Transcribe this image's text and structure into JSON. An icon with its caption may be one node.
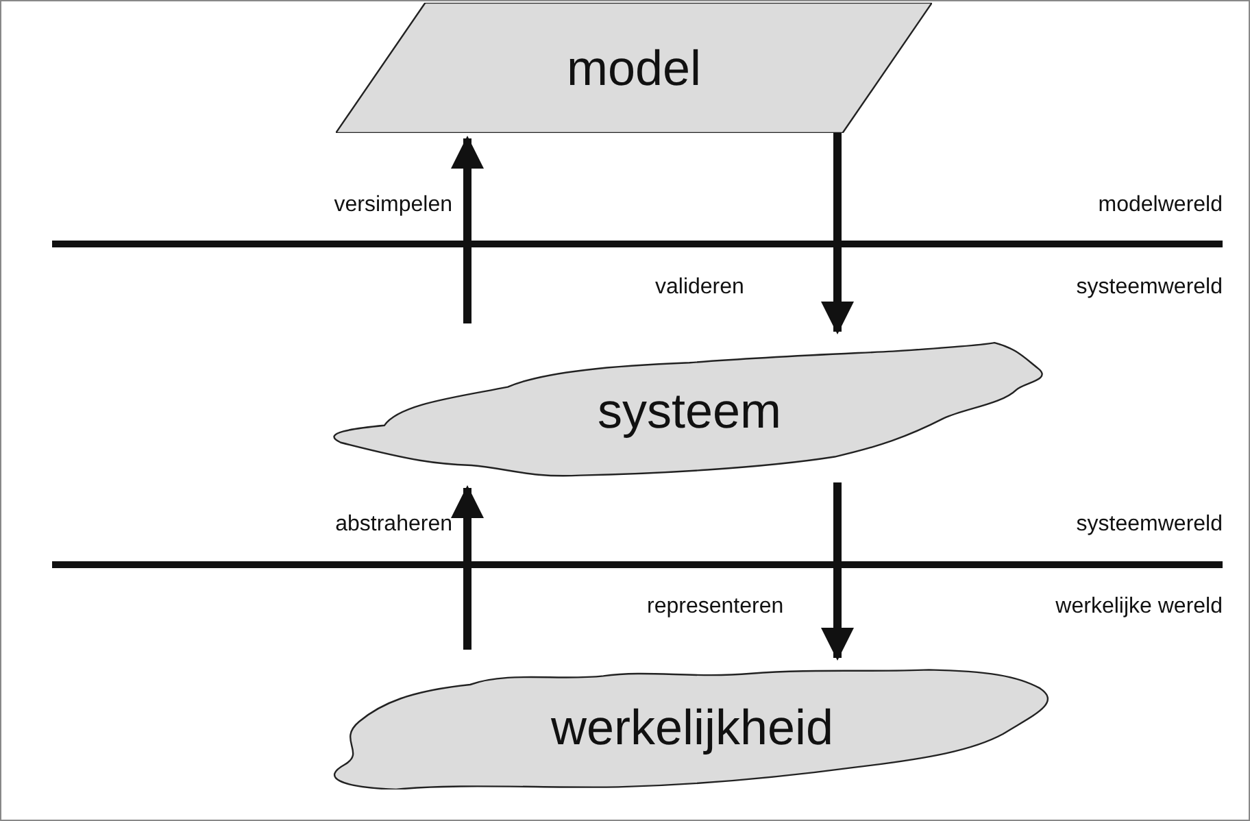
{
  "diagram": {
    "nodes": [
      {
        "text": [
          "model"
        ]
      },
      {
        "text": [
          "systeem"
        ]
      },
      {
        "text": [
          "werkelijkheid"
        ]
      }
    ],
    "edges": [
      {
        "from": 1,
        "to": 0,
        "arrow": "to",
        "label": "versimpelen"
      },
      {
        "from": 0,
        "to": 1,
        "arrow": "to",
        "label": "valideren"
      },
      {
        "from": 2,
        "to": 1,
        "arrow": "to",
        "label": "abstraheren"
      },
      {
        "from": 1,
        "to": 2,
        "arrow": "to",
        "label": "representeren"
      }
    ],
    "labels": [
      "modelwereld",
      "systeemwereld",
      "systeemwereld",
      "werkelijke wereld"
    ]
  }
}
